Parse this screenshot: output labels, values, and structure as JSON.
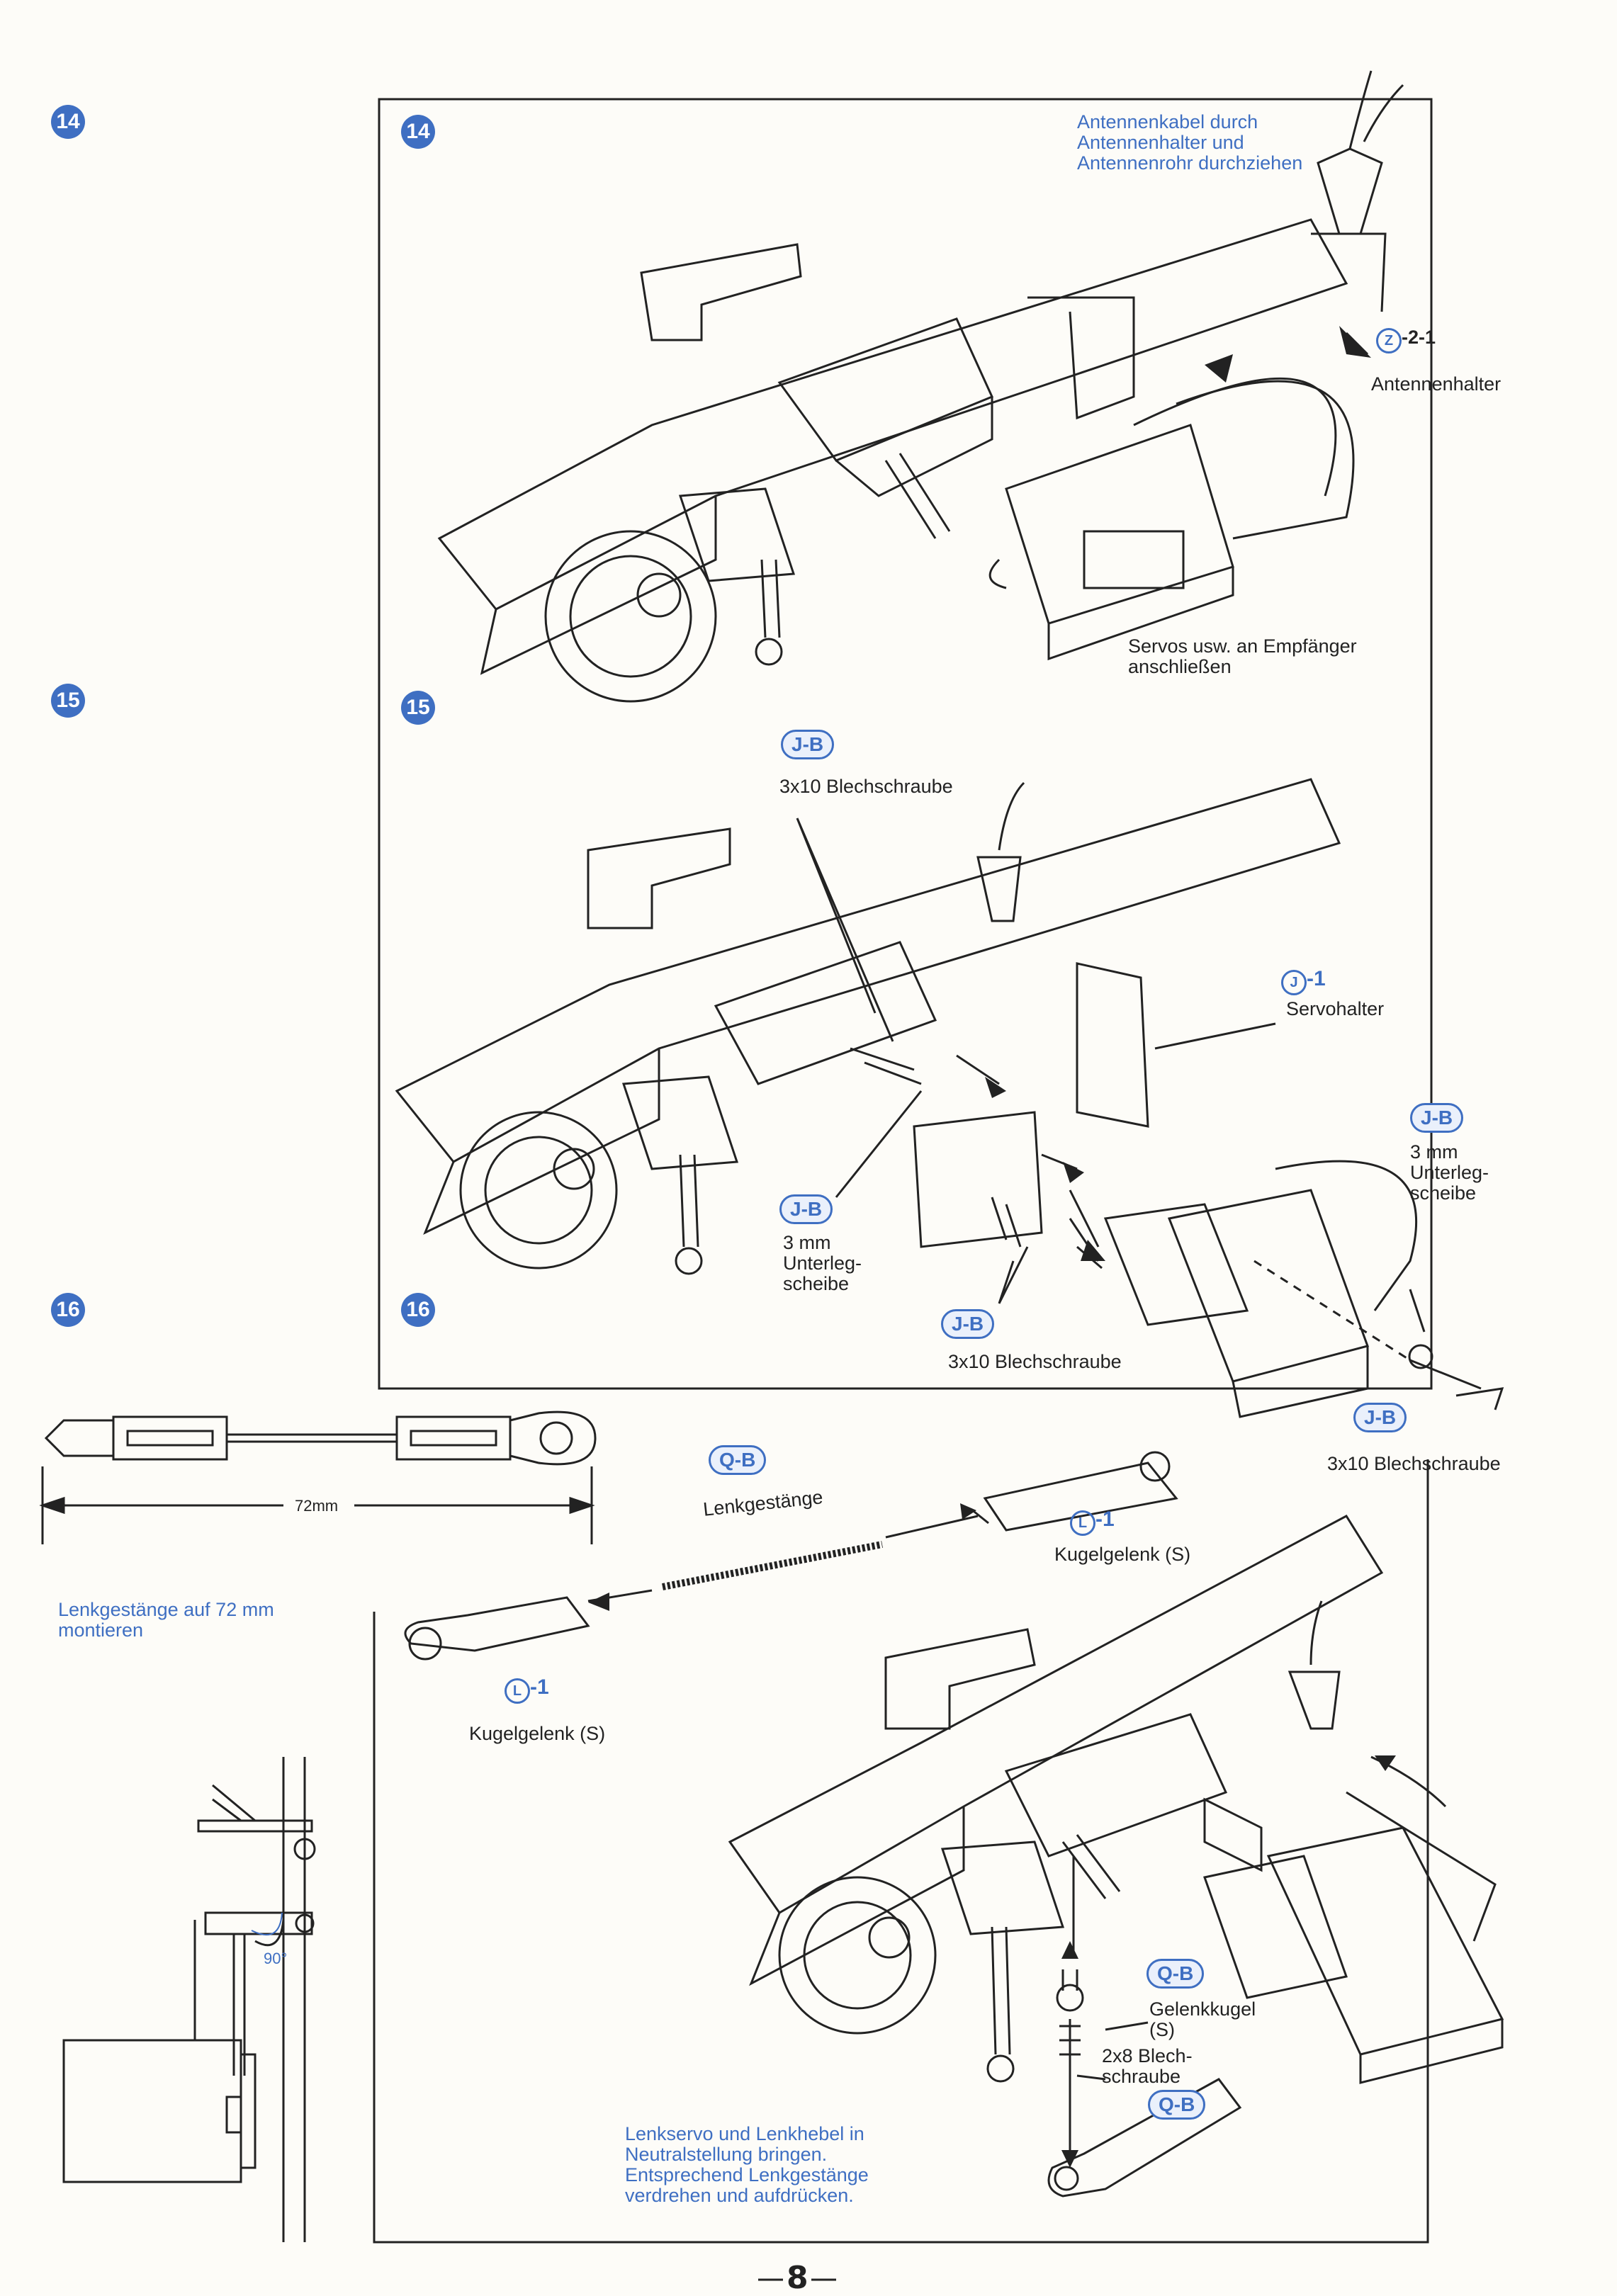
{
  "steps": {
    "s14": "14",
    "s15": "15",
    "s16": "16"
  },
  "step14": {
    "antenna_note": [
      "Antennenkabel durch",
      "Antennenhalter und",
      "Antennenrohr durchziehen"
    ],
    "antenna_holder_part": "Z",
    "antenna_holder_part_suffix": "-2-1",
    "antenna_holder_label": "Antennenhalter",
    "receiver_note": [
      "Servos usw. an Empfänger",
      "anschließen"
    ]
  },
  "step15": {
    "code_jb": "J-B",
    "screw_top_label": "3x10 Blechschraube",
    "servo_holder_part": "J",
    "servo_holder_part_suffix": "-1",
    "servo_holder_label": "Servohalter",
    "washer_right_label": [
      "3 mm",
      "Unterleg-",
      "scheibe"
    ],
    "washer_left_label": [
      "3 mm",
      "Unterleg-",
      "scheibe"
    ],
    "screw_bottom_label": "3x10 Blechschraube",
    "screw_right_label": "3x10 Blechschraube"
  },
  "step16": {
    "rod_length": "72mm",
    "rod_note": [
      "Lenkgestänge auf 72 mm",
      "montieren"
    ],
    "angle": "90°",
    "code_qb": "Q-B",
    "rod_label": "Lenkgestänge",
    "ball_part": "L",
    "ball_part_suffix": "-1",
    "ball_label": "Kugelgelenk (S)",
    "ball_joint_label": [
      "Gelenkkugel",
      "(S)"
    ],
    "screw_label": [
      "2x8 Blech-",
      "schraube"
    ],
    "neutral_note": [
      "Lenkservo und Lenkhebel in",
      "Neutralstellung bringen.",
      "Entsprechend Lenkgestänge",
      "verdrehen und aufdrücken."
    ]
  },
  "page_number": "8"
}
